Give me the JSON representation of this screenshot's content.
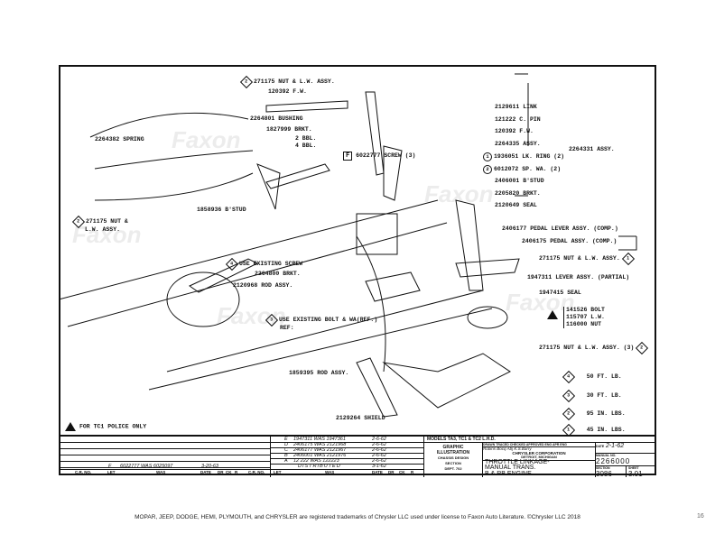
{
  "drawing": {
    "labels_left": {
      "nut_top": "271175 NUT & L.W. ASSY.",
      "fw_top": "120392 F.W.",
      "bushing": "2264801 BUSHING",
      "brkt_1827999": "1827999 BRKT.",
      "bbl2": "2 BBL.",
      "bbl4": "4 BBL.",
      "spring": "2264382 SPRING",
      "screw_box": "F",
      "screw": "6022777 SCREW (3)",
      "bstud_left": "1858936 B'STUD",
      "nut_left_1": "271175 NUT &",
      "nut_left_2": "L.W. ASSY.",
      "existing_screw": "USE EXISTING SCREW",
      "brkt_2264800": "2264800 BRKT.",
      "rod_2120968": "2120968 ROD ASSY.",
      "existing_bolt": "USE EXISTING BOLT & WA(REF.)",
      "ref": "REF:",
      "rod_1859395": "1859395 ROD ASSY.",
      "shield": "2129264 SHIELD",
      "police_note": "FOR TC1 POLICE ONLY"
    },
    "labels_right": {
      "link": "2129611 LINK",
      "cpin": "121222 C. PIN",
      "fw": "120392 F.W.",
      "assy_2264335": "2264335 ASSY.",
      "lk_ring": "1936051 LK. RING (2)",
      "sp_wa": "6012072 SP. WA. (2)",
      "bstud": "2406001 B'STUD",
      "brkt_2205820": "2205820 BRKT.",
      "seal_2120649": "2120649 SEAL",
      "assy_2264331": "2264331 ASSY.",
      "pedal_lever": "2406177 PEDAL LEVER ASSY. (COMP.)",
      "pedal_assy": "2406175 PEDAL ASSY. (COMP.)",
      "nut_mid": "271175 NUT & L.W. ASSY.",
      "lever_partial": "1947311 LEVER ASSY. (PARTIAL)",
      "seal_1947415": "1947415 SEAL",
      "bolt": "141526 BOLT",
      "lw": "115707 L.W.",
      "nut": "116000 NUT",
      "nut_low": "271175 NUT & L.W. ASSY. (3)"
    },
    "torque": [
      {
        "symbol": "4",
        "value": "50 FT. LB."
      },
      {
        "symbol": "3",
        "value": "30 FT. LB."
      },
      {
        "symbol": "2",
        "value": "95 IN. LBS."
      },
      {
        "symbol": "1",
        "value": "45 IN. LBS."
      }
    ],
    "symbols": {
      "one": "1",
      "two": "2",
      "three": "3",
      "four": "4"
    }
  },
  "title_block": {
    "headers": {
      "cr_no": "C.R. NO.",
      "let": "LET",
      "was": "WAS",
      "date": "DATE",
      "dr": "DR",
      "ck": "CK",
      "r": "R"
    },
    "left_rev": {
      "let": "F",
      "was": "6022777 WAS 6025097",
      "date": "3-20-63"
    },
    "revisions": [
      {
        "let": "E",
        "was": "1947311 WAS 1947361",
        "date": "2-6-62"
      },
      {
        "let": "D",
        "was": "2406175 WAS 2121968",
        "date": "2-6-62"
      },
      {
        "let": "C",
        "was": "2406177 WAS 2121967",
        "date": "2-6-62"
      },
      {
        "let": "B",
        "was": "2406001 WAS 2121976",
        "date": "2-6-62"
      },
      {
        "let": "A",
        "was": "12 222 WAS 122223",
        "date": "2-6-62"
      },
      {
        "let": "",
        "was": "DISTRIBUTED",
        "date": "3-1-62"
      }
    ],
    "models": "MODELS TA3, TC1 & TC2  L.H.D.",
    "dept": {
      "line1": "GRAPHIC",
      "line2": "ILLUSTRATION",
      "line3": "CHASSIS DESIGN",
      "line4": "SECTION",
      "line5": "DEPT. 702"
    },
    "drawn_row": "DRAWN  TRACED  CHECKED  APPROVED  ENG  APR ENG",
    "signatures": "Robins  Bocq  Abj  K.S.Barry",
    "company": "CHRYSLER CORPORATION",
    "city": "DETROIT, MICHIGAN",
    "title1": "THROTTLE LINKAGE-",
    "title2": "MANUAL TRANS.",
    "title3": "B & RB ENGINE",
    "date_label": "DATE",
    "date": "2-1-62",
    "manual_label": "MANUAL NO.",
    "manual_no": "2266000",
    "section_label": "SECTION",
    "section": "3086",
    "sheet_label": "SHEET",
    "sheet": "3.01"
  },
  "footer": "MOPAR, JEEP, DODGE, HEMI, PLYMOUTH, and CHRYSLER are registered trademarks of Chrysler LLC used under license to Faxon Auto Literature. ©Chrysler LLC 2018",
  "page_number": "16",
  "watermark": "Faxon AUTO LITERATURE"
}
